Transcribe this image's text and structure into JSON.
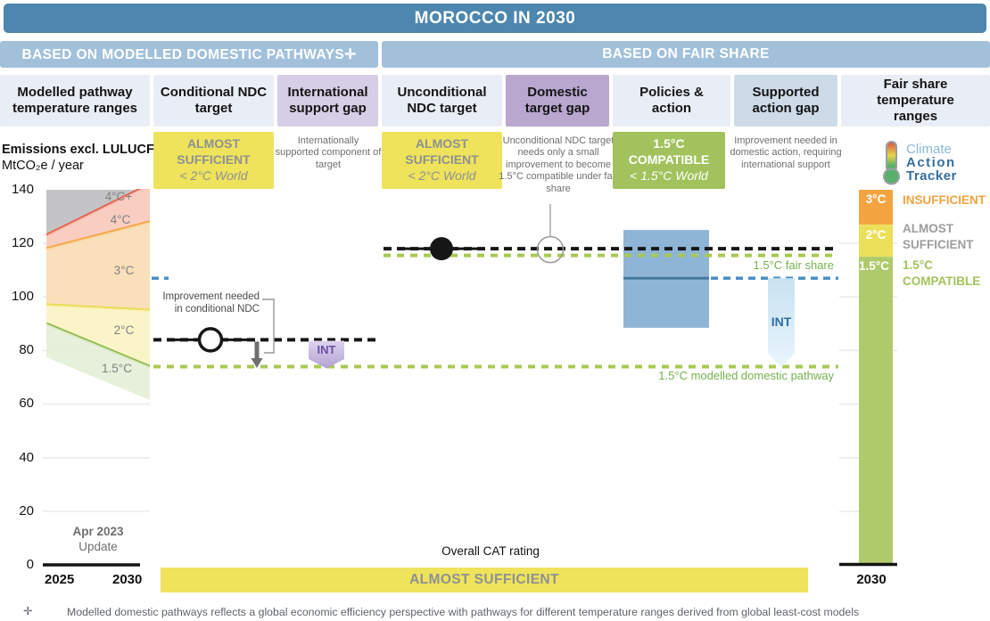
{
  "header": {
    "title": "MOROCCO IN 2030"
  },
  "sections": {
    "left": "BASED ON MODELLED DOMESTIC PATHWAYS✛",
    "right": "BASED ON FAIR SHARE"
  },
  "columns": [
    {
      "label": "Modelled pathway temperature ranges"
    },
    {
      "label": "Conditional NDC target"
    },
    {
      "label": "International support gap"
    },
    {
      "label": "Unconditional NDC target"
    },
    {
      "label": "Domestic target gap"
    },
    {
      "label": "Policies & action"
    },
    {
      "label": "Supported action gap"
    },
    {
      "label": "Fair share temperature ranges"
    }
  ],
  "ratings": {
    "conditional": {
      "label": "ALMOST SUFFICIENT",
      "world": "< 2°C World"
    },
    "unconditional": {
      "label": "ALMOST SUFFICIENT",
      "world": "< 2°C World"
    },
    "policies": {
      "label": "1.5°C COMPATIBLE",
      "world": "< 1.5°C World"
    },
    "international_support_gap_note": "Internationally supported component of target",
    "domestic_target_gap_note": "Unconditional NDC target needs only a small improvement to become 1.5°C compatible under fair share",
    "supported_action_gap_note": "Improvement needed in domestic action, requiring international support"
  },
  "axis": {
    "title_line1": "Emissions excl. LULUCF",
    "title_line2": "MtCO₂e / year",
    "yticks": [
      "140",
      "120",
      "100",
      "80",
      "60",
      "40",
      "20",
      "0"
    ],
    "x_left_start": "2025",
    "x_left_end": "2030",
    "x_right": "2030",
    "update_line1": "Apr 2023",
    "update_line2": "Update"
  },
  "annotations": {
    "conditional_improvement": "Improvement needed in conditional NDC",
    "int_support": "INT",
    "int_action": "INT",
    "fair_share_line": "1.5°C fair share",
    "modelled_line": "1.5°C modelled domestic pathway"
  },
  "logo": {
    "line1": "Climate",
    "line2": "Action",
    "line3": "Tracker"
  },
  "overall": {
    "label": "Overall CAT rating",
    "rating": "ALMOST SUFFICIENT"
  },
  "footnote": {
    "marker": "✛",
    "text": "Modelled domestic pathways reflects a global economic efficiency perspective with pathways for different temperature ranges derived from global least-cost models"
  },
  "chart_data": {
    "type": "area",
    "title": "MOROCCO IN 2030",
    "ylabel": "Emissions excl. LULUCF (MtCO₂e / year)",
    "ylim": [
      0,
      140
    ],
    "yticks": [
      0,
      20,
      40,
      60,
      80,
      100,
      120,
      140
    ],
    "x_range_years": [
      2025,
      2030
    ],
    "modelled_pathway_bands": [
      {
        "label": "4°C+",
        "fill": "#bcbcbe",
        "line_color": "#e65f49",
        "bottom_2025": 123,
        "bottom_2030": 142
      },
      {
        "label": "4°C",
        "fill": "#f9c6b8",
        "line_color": "#f3a441",
        "bottom_2025": 118,
        "bottom_2030": 128
      },
      {
        "label": "3°C",
        "fill": "#f8dcb0",
        "line_color": "#e9d94d",
        "bottom_2025": 97,
        "bottom_2030": 95
      },
      {
        "label": "2°C",
        "fill": "#f9f2c0",
        "line_color": "#8fba4e",
        "bottom_2025": 90,
        "bottom_2030": 74
      },
      {
        "label": "1.5°C",
        "fill": "#e4eed6",
        "line_color": null,
        "bottom_2025": 77.5,
        "bottom_2030": 61.5
      }
    ],
    "markers": {
      "conditional_ndc_target": {
        "value": 84,
        "rating": "ALMOST SUFFICIENT"
      },
      "unconditional_ndc_target": {
        "value": 118,
        "rating": "ALMOST SUFFICIENT"
      },
      "domestic_target_gap_marker": {
        "value": 118
      },
      "policies_action": {
        "range_low": 88.5,
        "range_high": 125,
        "level": 107,
        "rating": "1.5°C COMPATIBLE"
      },
      "fair_share_1p5": {
        "value": 115.5
      },
      "modelled_domestic_1p5": {
        "value": 74
      }
    },
    "fair_share_bar": {
      "segments": [
        {
          "label": "3°C",
          "rating": "INSUFFICIENT",
          "color": "#f3a441",
          "text_color": "#f2a33f",
          "from": 127,
          "to": 140
        },
        {
          "label": "2°C",
          "rating": "ALMOST SUFFICIENT",
          "color": "#ece05b",
          "text_color": "#9c9c9c",
          "from": 115,
          "to": 127
        },
        {
          "label": "1.5°C",
          "rating": "1.5°C COMPATIBLE",
          "color": "#afca6b",
          "text_color": "#a3c35a",
          "from": 0,
          "to": 115
        }
      ]
    },
    "overall_rating": "ALMOST SUFFICIENT"
  }
}
